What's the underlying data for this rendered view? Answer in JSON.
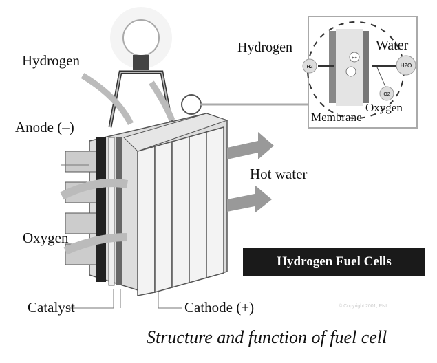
{
  "labels": {
    "hydrogen_main": "Hydrogen",
    "anode": "Anode (–)",
    "oxygen_main": "Oxygen",
    "catalyst": "Catalyst",
    "cathode": "Cathode (+)",
    "hot_water": "Hot water",
    "inset_hydrogen": "Hydrogen",
    "inset_water": "Water",
    "inset_oxygen": "Oxygen",
    "inset_membrane": "Membrane",
    "inset_h2": "H2",
    "inset_h2o": "H2O",
    "inset_o2": "O2",
    "inset_h_plus": "H+"
  },
  "badge": "Hydrogen Fuel Cells",
  "copyright": "© Copyright 2001, PNL",
  "caption": "Structure and function of fuel cell"
}
